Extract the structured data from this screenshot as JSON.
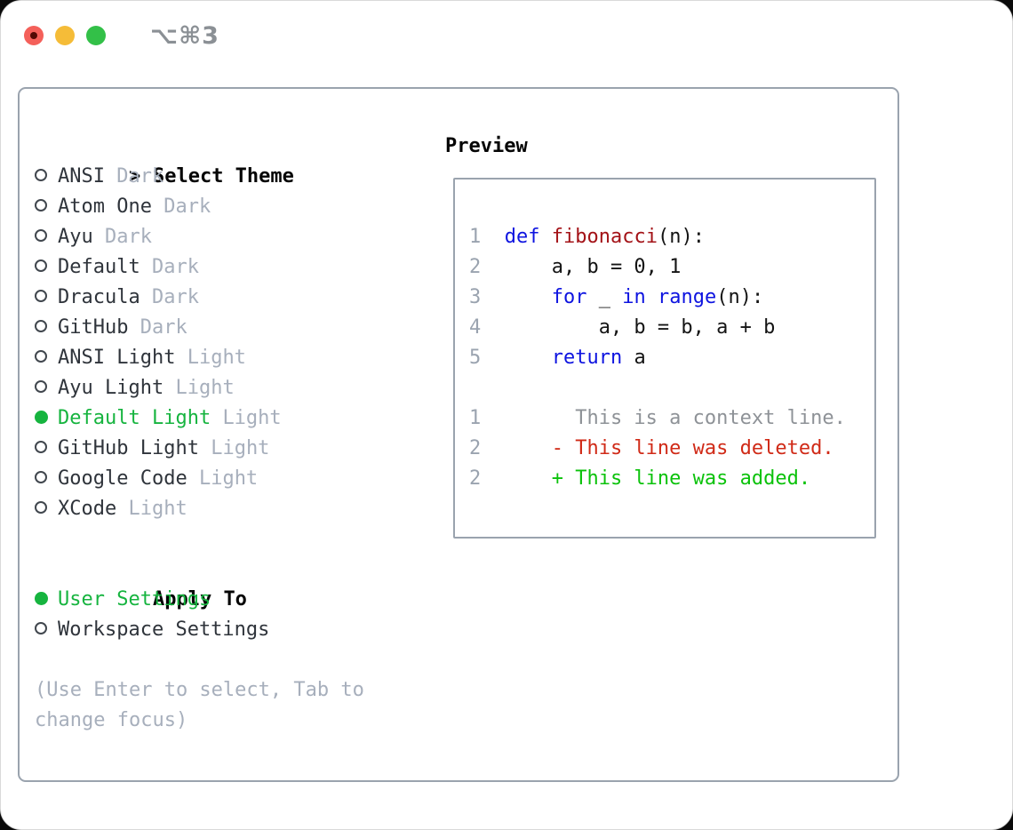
{
  "window": {
    "title": "⌥⌘3"
  },
  "theme_select": {
    "cursor": ">",
    "heading": "Select Theme",
    "items": [
      {
        "name": "ANSI",
        "tag": "Dark",
        "selected": false
      },
      {
        "name": "Atom One",
        "tag": "Dark",
        "selected": false
      },
      {
        "name": "Ayu",
        "tag": "Dark",
        "selected": false
      },
      {
        "name": "Default",
        "tag": "Dark",
        "selected": false
      },
      {
        "name": "Dracula",
        "tag": "Dark",
        "selected": false
      },
      {
        "name": "GitHub",
        "tag": "Dark",
        "selected": false
      },
      {
        "name": "ANSI Light",
        "tag": "Light",
        "selected": false
      },
      {
        "name": "Ayu Light",
        "tag": "Light",
        "selected": false
      },
      {
        "name": "Default Light",
        "tag": "Light",
        "selected": true
      },
      {
        "name": "GitHub Light",
        "tag": "Light",
        "selected": false
      },
      {
        "name": "Google Code",
        "tag": "Light",
        "selected": false
      },
      {
        "name": "XCode",
        "tag": "Light",
        "selected": false
      }
    ]
  },
  "apply_to": {
    "heading": "Apply To",
    "options": [
      {
        "label": "User Settings",
        "selected": true
      },
      {
        "label": "Workspace Settings",
        "selected": false
      }
    ]
  },
  "help": {
    "line1": "(Use Enter to select, Tab to",
    "line2": "change focus)"
  },
  "preview": {
    "heading": "Preview",
    "lines": [
      {
        "num": "1",
        "tokens": [
          [
            "kw",
            "def"
          ],
          [
            "pl",
            " "
          ],
          [
            "fn",
            "fibonacci"
          ],
          [
            "pl",
            "(n):"
          ]
        ]
      },
      {
        "num": "2",
        "tokens": [
          [
            "pl",
            "    a, b = 0, 1"
          ]
        ]
      },
      {
        "num": "3",
        "tokens": [
          [
            "pl",
            "    "
          ],
          [
            "kw",
            "for"
          ],
          [
            "pl",
            " _ "
          ],
          [
            "kw",
            "in"
          ],
          [
            "pl",
            " "
          ],
          [
            "kw",
            "range"
          ],
          [
            "pl",
            "(n):"
          ]
        ]
      },
      {
        "num": "4",
        "tokens": [
          [
            "pl",
            "        a, b = b, a + b"
          ]
        ]
      },
      {
        "num": "5",
        "tokens": [
          [
            "pl",
            "    "
          ],
          [
            "kw",
            "return"
          ],
          [
            "pl",
            " a"
          ]
        ]
      },
      {
        "num": "",
        "tokens": []
      },
      {
        "num": "1",
        "tokens": [
          [
            "ctx",
            "      This is a context line."
          ]
        ]
      },
      {
        "num": "2",
        "tokens": [
          [
            "del",
            "    - This line was deleted."
          ]
        ]
      },
      {
        "num": "2",
        "tokens": [
          [
            "add",
            "    + This line was added."
          ]
        ]
      }
    ]
  },
  "colors": {
    "selected_green": "#16b43f",
    "keyword_blue": "#0e14e0",
    "function_red": "#a31217",
    "added_green": "#0bc20b",
    "deleted_red": "#d02a17",
    "context_gray": "#8e9297",
    "line_number_gray": "#9aa3af",
    "tag_gray": "#a7afbc",
    "border_gray": "#9aa3ae",
    "traffic_red": "#f4605a",
    "traffic_yellow": "#f5bc38",
    "traffic_green": "#33c048"
  }
}
